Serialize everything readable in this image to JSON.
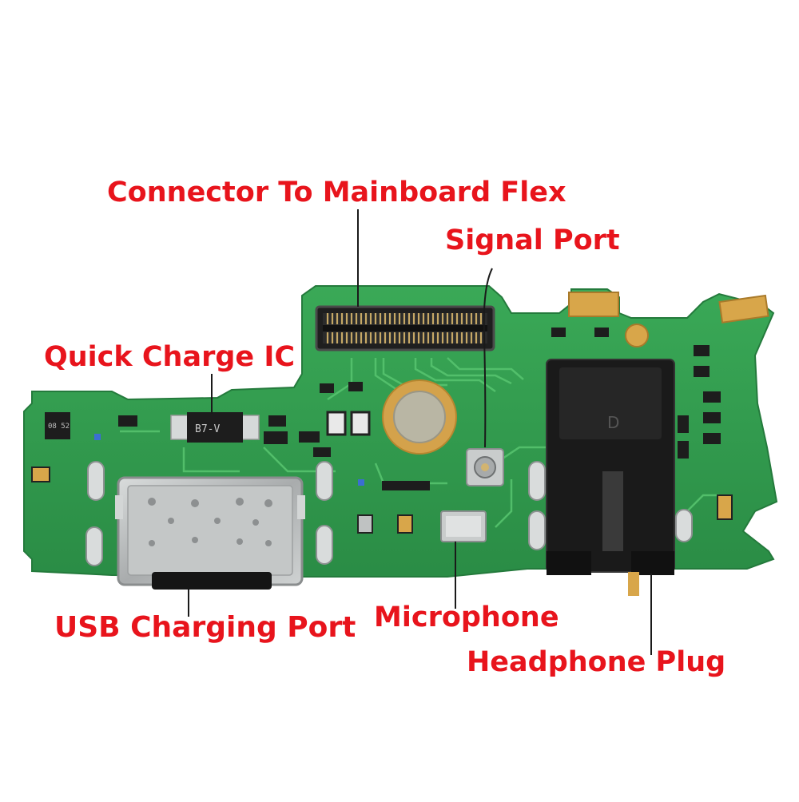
{
  "labels": {
    "connector": "Connector To Mainboard Flex",
    "signal_port": "Signal Port",
    "quick_charge_ic": "Quick Charge IC",
    "usb_port": "USB Charging Port",
    "microphone": "Microphone",
    "headphone_plug": "Headphone Plug"
  },
  "chip_markings": {
    "qc_chip": "B7-V",
    "small_chip": "08 52",
    "jack_letter": "D"
  },
  "colors": {
    "label": "#e8141c",
    "board": "#2f9a4c",
    "board_light": "#3fb55d",
    "trace": "#55c86e",
    "gold": "#d8a64a",
    "component_black": "#1c1c1c",
    "connector_metal": "#b9bcbc",
    "background": "#ffffff"
  }
}
